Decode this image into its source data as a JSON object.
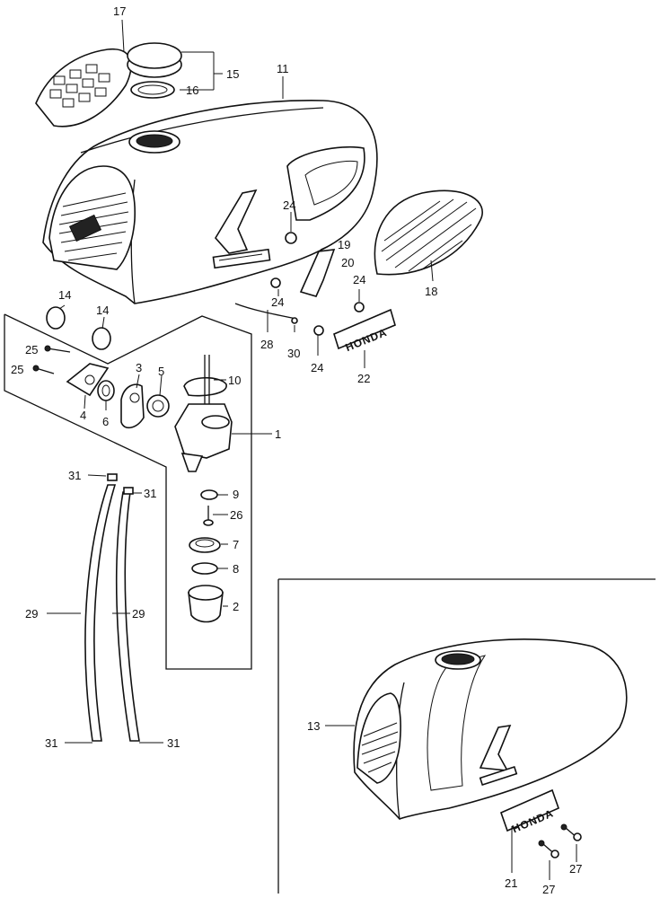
{
  "callouts": [
    {
      "id": "c17",
      "text": "17"
    },
    {
      "id": "c15",
      "text": "15"
    },
    {
      "id": "c16",
      "text": "16"
    },
    {
      "id": "c11",
      "text": "11"
    },
    {
      "id": "c24a",
      "text": "24"
    },
    {
      "id": "c19",
      "text": "19"
    },
    {
      "id": "c20",
      "text": "20"
    },
    {
      "id": "c24b",
      "text": "24"
    },
    {
      "id": "c18",
      "text": "18"
    },
    {
      "id": "c24c",
      "text": "24"
    },
    {
      "id": "c14a",
      "text": "14"
    },
    {
      "id": "c14b",
      "text": "14"
    },
    {
      "id": "c25a",
      "text": "25"
    },
    {
      "id": "c25b",
      "text": "25"
    },
    {
      "id": "c28",
      "text": "28"
    },
    {
      "id": "c30",
      "text": "30"
    },
    {
      "id": "c24d",
      "text": "24"
    },
    {
      "id": "c22",
      "text": "22"
    },
    {
      "id": "c3",
      "text": "3"
    },
    {
      "id": "c5",
      "text": "5"
    },
    {
      "id": "c10",
      "text": "10"
    },
    {
      "id": "c4",
      "text": "4"
    },
    {
      "id": "c6",
      "text": "6"
    },
    {
      "id": "c1",
      "text": "1"
    },
    {
      "id": "c31a",
      "text": "31"
    },
    {
      "id": "c31b",
      "text": "31"
    },
    {
      "id": "c9",
      "text": "9"
    },
    {
      "id": "c26",
      "text": "26"
    },
    {
      "id": "c7",
      "text": "7"
    },
    {
      "id": "c8",
      "text": "8"
    },
    {
      "id": "c2",
      "text": "2"
    },
    {
      "id": "c29a",
      "text": "29"
    },
    {
      "id": "c29b",
      "text": "29"
    },
    {
      "id": "c31c",
      "text": "31"
    },
    {
      "id": "c31d",
      "text": "31"
    },
    {
      "id": "c13",
      "text": "13"
    },
    {
      "id": "c21",
      "text": "21"
    },
    {
      "id": "c27a",
      "text": "27"
    },
    {
      "id": "c27b",
      "text": "27"
    }
  ],
  "emblems": {
    "upper": "HONDA",
    "lower": "HONDA"
  }
}
